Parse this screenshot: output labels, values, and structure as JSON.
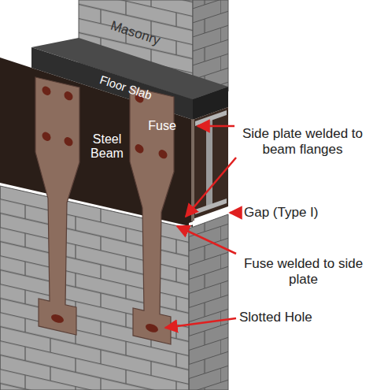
{
  "diagram": {
    "labels": [
      "Masonry",
      "Floor Slab",
      "Steel Beam",
      "Fuse",
      "Side plate welded to beam flanges",
      "Gap (Type I)",
      "Fuse welded to side plate",
      "Slotted Hole"
    ]
  }
}
